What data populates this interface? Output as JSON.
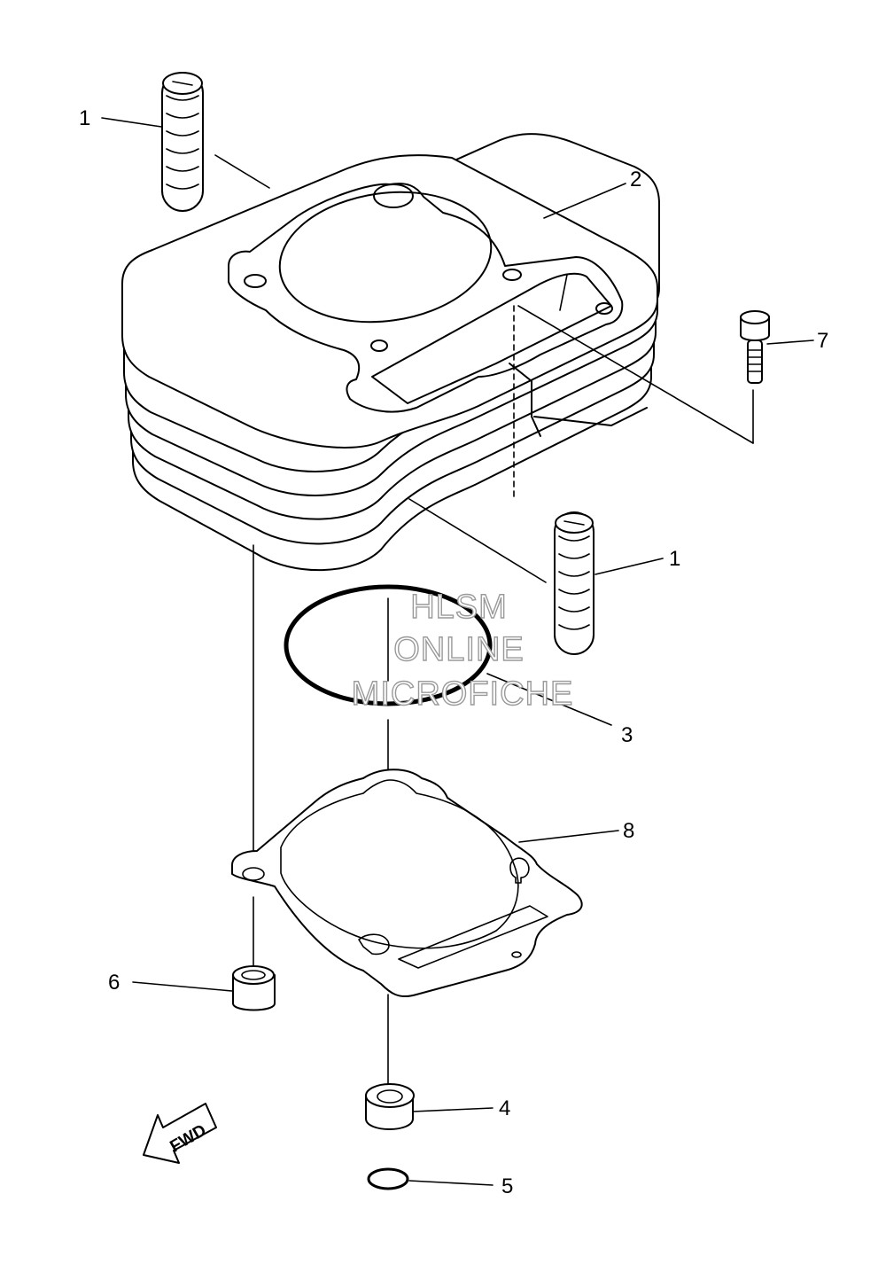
{
  "callouts": [
    {
      "id": "dowel-pin-top",
      "label": "1"
    },
    {
      "id": "cylinder",
      "label": "2"
    },
    {
      "id": "o-ring-large",
      "label": "3"
    },
    {
      "id": "dowel-bottom",
      "label": "4"
    },
    {
      "id": "o-ring-small",
      "label": "5"
    },
    {
      "id": "dowel-left",
      "label": "6"
    },
    {
      "id": "bolt",
      "label": "7"
    },
    {
      "id": "base-gasket",
      "label": "8"
    },
    {
      "id": "dowel-pin-right",
      "label": "1"
    }
  ],
  "watermark": {
    "line1": "HLSM",
    "line2": "ONLINE",
    "line3": "MICROFICHE"
  },
  "fwd_arrow": {
    "label": "FWD"
  }
}
